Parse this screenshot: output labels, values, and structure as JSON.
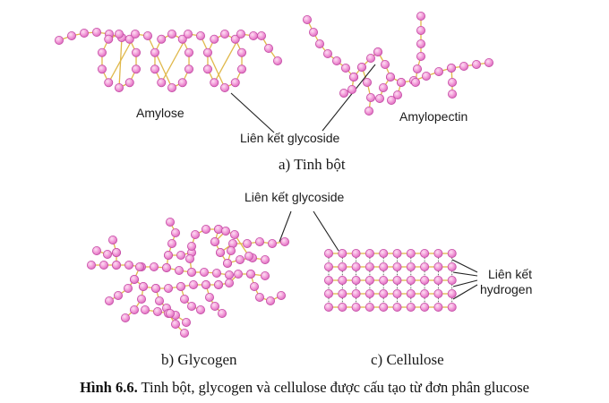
{
  "labels": {
    "amylose": "Amylose",
    "amylopectin": "Amylopectin",
    "glycosidic_bond_top": "Liên kết glycoside",
    "glycosidic_bond_mid": "Liên kết glycoside",
    "hydrogen_bond_line1": "Liên kết",
    "hydrogen_bond_line2": "hydrogen"
  },
  "panels": {
    "a": "a) Tinh bột",
    "b": "b) Glycogen",
    "c": "c) Cellulose"
  },
  "caption": {
    "number": "Hình 6.6.",
    "text": " Tinh bột, glycogen và cellulose được cấu tạo từ đơn phân glucose"
  },
  "colors": {
    "bead_fill": "#f29ad8",
    "bead_stroke": "#c44aa4",
    "glycosidic_link": "#e0b84a",
    "hydrogen_link": "#555555",
    "callout_line": "#222222"
  }
}
